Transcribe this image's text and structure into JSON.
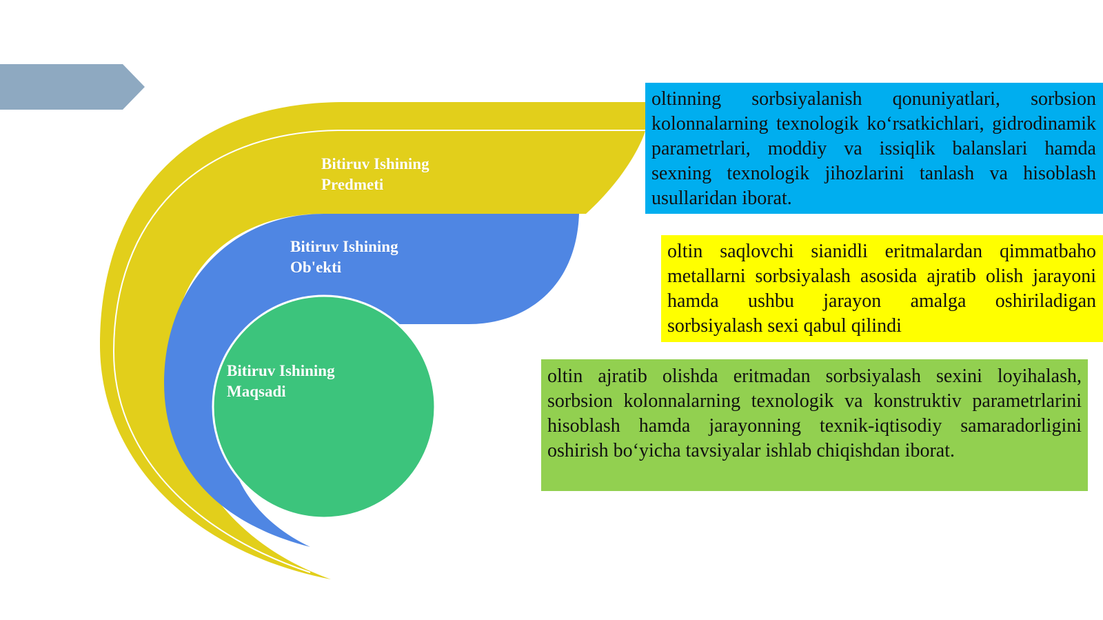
{
  "colors": {
    "arrow": "#8ea9c1",
    "yellow_arc": "#e2cf1b",
    "blue_shape": "#4f86e3",
    "green_circle": "#3cc47c",
    "box_blue": "#00aeef",
    "box_yellow": "#ffff00",
    "box_green": "#92d050"
  },
  "diagram": {
    "predmet_label": [
      "Bitiruv Ishining",
      "Predmeti"
    ],
    "obekt_label": [
      "Bitiruv Ishining",
      "Ob'ekti"
    ],
    "maqsad_label": [
      "Bitiruv Ishining",
      "Maqsadi"
    ]
  },
  "boxes": {
    "predmet_text": "oltinning sorbsiyalanish qonuniyatlari, sorbsion kolonnalarning texnologik koʻrsatkichlari, gidrodinamik parametrlari, moddiy va issiqlik balanslari hamda sexning texnologik jihozlarini tanlash va hisoblash usullaridan iborat.",
    "obekt_text": "oltin saqlovchi sianidli eritmalardan qimmatbaho metallarni sorbsiyalash asosida ajratib olish jarayoni hamda ushbu jarayon amalga oshiriladigan sorbsiyalash sexi qabul qilindi",
    "maqsad_text": "oltin ajratib olishda eritmadan sorbsiyalash sexini loyihalash, sorbsion kolonnalarning texnologik va konstruktiv parametrlarini hisoblash hamda jarayonning texnik-iqtisodiy samaradorligini oshirish boʻyicha tavsiyalar ishlab chiqishdan iborat."
  }
}
